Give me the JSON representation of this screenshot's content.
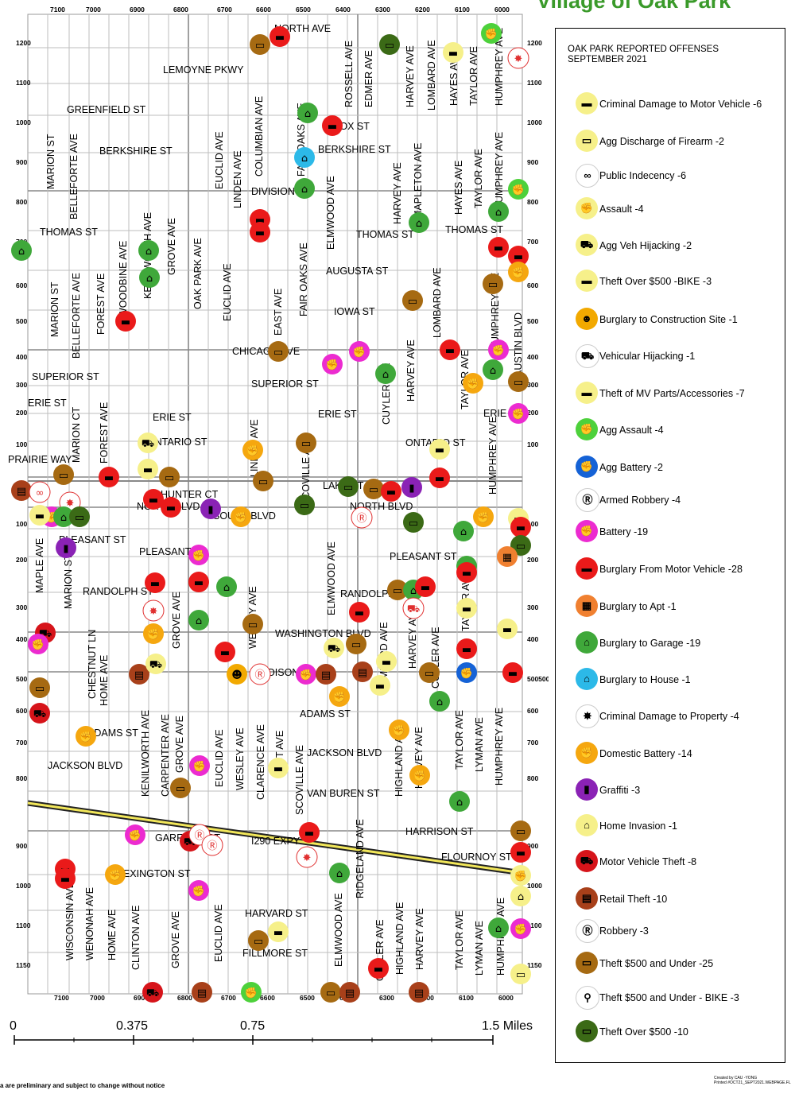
{
  "title": "Village of Oak Park",
  "legend": {
    "title": "OAK PARK REPORTED OFFENSES SEPTEMBER 2021",
    "items": [
      {
        "label": "Criminal Damage to Motor Vehicle -6",
        "icon": "car-icon",
        "color": "#f6f08a",
        "glyph": "▬"
      },
      {
        "label": "Agg Discharge of Firearm -2",
        "icon": "firearm-icon",
        "color": "#f6f08a",
        "glyph": "▭"
      },
      {
        "label": "Public Indecency -6",
        "icon": "footprint-icon",
        "color": "#ffffff",
        "glyph": "∞"
      },
      {
        "label": "Assault -4",
        "icon": "fist-icon",
        "color": "#f6f08a",
        "glyph": "✊"
      },
      {
        "label": "Agg Veh Hijacking -2",
        "icon": "vehicle-icon",
        "color": "#f6f08a",
        "glyph": "⛟"
      },
      {
        "label": "Theft Over $500 -BIKE -3",
        "icon": "mask-icon",
        "color": "#f6f08a",
        "glyph": "▬"
      },
      {
        "label": "Burglary to Construction Site -1",
        "icon": "skull-icon",
        "color": "#f2a900",
        "glyph": "☻"
      },
      {
        "label": "Vehicular Hijacking -1",
        "icon": "car-icon",
        "color": "#ffffff",
        "glyph": "⛟"
      },
      {
        "label": "Theft of MV Parts/Accessories -7",
        "icon": "car-icon",
        "color": "#f6f08a",
        "glyph": "▬"
      },
      {
        "label": "Agg  Assault -4",
        "icon": "fist-icon",
        "color": "#4dd13b",
        "glyph": "✊"
      },
      {
        "label": "Agg Battery -2",
        "icon": "battery-icon",
        "color": "#1562d6",
        "glyph": "✊"
      },
      {
        "label": "Armed Robbery -4",
        "icon": "robbery-r-icon",
        "color": "#ffffff",
        "glyph": "Ⓡ"
      },
      {
        "label": "Battery -19",
        "icon": "fist-icon",
        "color": "#ec2bd0",
        "glyph": "✊"
      },
      {
        "label": "Burglary From Motor Vehicle -28",
        "icon": "car-icon",
        "color": "#ea1a1a",
        "glyph": "▬"
      },
      {
        "label": "Burglary to Apt -1",
        "icon": "building-icon",
        "color": "#f08030",
        "glyph": "▦"
      },
      {
        "label": "Burglary to Garage -19",
        "icon": "house-icon",
        "color": "#3fa83a",
        "glyph": "⌂"
      },
      {
        "label": "Burglary to House -1",
        "icon": "house-icon",
        "color": "#2cb9e8",
        "glyph": "⌂"
      },
      {
        "label": "Criminal Damage to Property -4",
        "icon": "burst-icon",
        "color": "#ffffff",
        "glyph": "✸"
      },
      {
        "label": "Domestic Battery -14",
        "icon": "domestic-icon",
        "color": "#f5a70f",
        "glyph": "✊"
      },
      {
        "label": "Graffiti -3",
        "icon": "spray-can-icon",
        "color": "#8a22b5",
        "glyph": "▮"
      },
      {
        "label": "Home Invasion -1",
        "icon": "home-icon",
        "color": "#f6f08a",
        "glyph": "⌂"
      },
      {
        "label": "Motor Vehicle Theft -8",
        "icon": "vehicle-icon",
        "color": "#d6141a",
        "glyph": "⛟"
      },
      {
        "label": "Retail Theft -10",
        "icon": "cart-icon",
        "color": "#a8401a",
        "glyph": "▤"
      },
      {
        "label": "Robbery -3",
        "icon": "robbery-r-icon",
        "color": "#ffffff",
        "glyph": "Ⓡ"
      },
      {
        "label": "Theft $500 and Under -25",
        "icon": "money-icon",
        "color": "#a66a12",
        "glyph": "▭"
      },
      {
        "label": "Theft $500 and Under - BIKE -3",
        "icon": "bike-icon",
        "color": "#ffffff",
        "glyph": "⚲"
      },
      {
        "label": "Theft Over $500 -10",
        "icon": "money-icon",
        "color": "#3b6a16",
        "glyph": "▭"
      }
    ]
  },
  "address_ticks": {
    "top": [
      "7100",
      "7000",
      "6900",
      "6800",
      "6700",
      "6600",
      "6500",
      "6400",
      "6300",
      "6200",
      "6100",
      "6000"
    ],
    "bottom": [
      "7100",
      "7000",
      "6900",
      "6800",
      "6700",
      "6600",
      "6500",
      "6400",
      "6300",
      "6200",
      "6100",
      "6000"
    ],
    "left": [
      "1200",
      "1100",
      "1000",
      "900",
      "800",
      "700",
      "600",
      "500",
      "400",
      "300",
      "200",
      "100",
      "100",
      "200",
      "300",
      "400",
      "500",
      "600",
      "700",
      "800",
      "900",
      "1000",
      "1100",
      "1150"
    ],
    "right": [
      "1200",
      "1100",
      "1000",
      "900",
      "800",
      "700",
      "600",
      "500",
      "400",
      "300",
      "200",
      "100",
      "100",
      "200",
      "300",
      "400",
      "500500",
      "600",
      "700",
      "800",
      "900",
      "1000",
      "1100",
      "1150"
    ]
  },
  "streets": {
    "horizontal": [
      "NORTH AVE",
      "LEMOYNE PKWY",
      "GREENFIELD ST",
      "BERKSHIRE ST",
      "BERKSHIRE ST",
      "DIVISION ST",
      "KNOX ST",
      "THOMAS ST",
      "THOMAS ST",
      "THOMAS ST",
      "AUGUSTA ST",
      "IOWA ST",
      "CHICAGO AVE",
      "SUPERIOR ST",
      "SUPERIOR ST",
      "ERIE ST",
      "ERIE ST",
      "ERIE ST",
      "ERIE",
      "ONTARIO ST",
      "ONTARIO ST",
      "PRAIRIE WAY",
      "HUNTER CT",
      "NORTH BLVD",
      "NORTH BLVD",
      "LAKE ST",
      "SOUTH BLVD",
      "PLEASANT ST",
      "PLEASANT ST",
      "PLEASANT ST",
      "RANDOLPH ST",
      "RANDOLPH",
      "WASHINGTON BLVD",
      "MADISON ST",
      "ADAMS ST",
      "ADAMS ST",
      "JACKSON BLVD",
      "JACKSON BLVD",
      "VAN BUREN ST",
      "HARRISON ST",
      "GARFIELD ST",
      "I290 EXPY",
      "FLOURNOY ST",
      "LEXINGTON ST",
      "HARVARD ST",
      "FILLMORE ST"
    ],
    "vertical": [
      "MARION ST",
      "BELLEFORTE AVE",
      "EUCLID AVE",
      "LINDEN AVE",
      "COLUMBIAN AVE",
      "FAIR OAKS AVE",
      "ROSSELL AVE",
      "EDMER AVE",
      "HARVEY AVE",
      "LOMBARD AVE",
      "HAYES AVE",
      "TAYLOR AVE",
      "HUMPHREY AVE",
      "ELMWOOD AVE",
      "HARVEY AVE",
      "MAPLETON AVE",
      "HAYES AVE",
      "TAYLOR AVE",
      "HUMPHREY AVE",
      "KENILWORTH AVE",
      "GROVE AVE",
      "OAK PARK AVE",
      "WOODBINE AVE",
      "FOREST AVE",
      "BELLEFORTE AVE",
      "MARION ST",
      "EUCLID AVE",
      "EAST AVE",
      "FAIR OAKS AVE",
      "LOMBARD AVE",
      "HUMPHREY AVE",
      "AUSTIN BLVD",
      "HARVEY AVE",
      "CUYLER AVE",
      "TAYLOR AVE",
      "MARION CT",
      "FOREST AVE",
      "LINDEN AVE",
      "SCOVILLE AVE",
      "HUMPHREY AVE",
      "MAPLE AVE",
      "MARION ST",
      "GROVE AVE",
      "WESLEY AVE",
      "ELMWOOD AVE",
      "HARVEY AVE",
      "TAYLOR AVE",
      "CHESTNUT LN",
      "HOME AVE",
      "CUYLER AVE",
      "LOMBARD AVE",
      "KENILWORTH AVE",
      "CARPENTER AVE",
      "GROVE AVE",
      "EUCLID AVE",
      "WESLEY AVE",
      "CLARENCE AVE",
      "EAST AVE",
      "SCOVILLE AVE",
      "HIGHLAND AVE",
      "HARVEY AVE",
      "TAYLOR AVE",
      "LYMAN AVE",
      "HUMPHREY AVE",
      "RIDGELAND AVE",
      "WISCONSIN AVE",
      "WENONAH AVE",
      "HOME AVE",
      "CLINTON AVE",
      "GROVE AVE",
      "EUCLID AVE",
      "ELMWOOD AVE",
      "CUYLER AVE",
      "HIGHLAND AVE",
      "HARVEY AVE",
      "TAYLOR AVE",
      "LYMAN AVE",
      "HUMPHREY AVE"
    ]
  },
  "scale_bar": {
    "labels": [
      "0",
      "0.375",
      "0.75",
      "1.5 Miles"
    ]
  },
  "footer": {
    "disclaimer": "a are preliminary and subject to change  without notice",
    "credit_line1": "Created by CAU -YONG",
    "credit_line2": "Printed #OCT21_SEPT2021.WEBPAGE.FL"
  }
}
